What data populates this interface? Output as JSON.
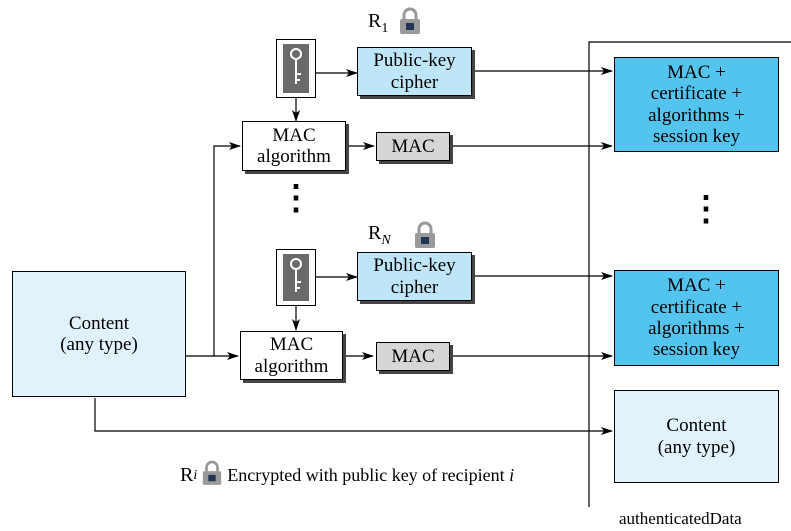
{
  "diagram": {
    "content_left": "Content\n(any type)",
    "public_key_cipher": "Public-key\ncipher",
    "mac_algorithm": "MAC\nalgorithm",
    "mac": "MAC",
    "mac_bundle": "MAC +\ncertificate +\nalgorithms +\nsession key",
    "content_right": "Content\n(any type)",
    "r1_letter": "R",
    "r1_sub": "1",
    "rn_letter": "R",
    "rn_sub": "N",
    "legend_letter": "R",
    "legend_sub": "i",
    "legend_text": "Encrypted with public key of recipient ",
    "legend_var": "i",
    "ellipsis": "⋮",
    "container_label": "authenticatedData"
  },
  "colors": {
    "content_fill": "#e1f2fb",
    "cipher_fill": "#bfe5f8",
    "bundle_fill": "#53c4ee",
    "mac_fill": "#d6d6d6",
    "lock_color": "#9a9a9a"
  },
  "icons": [
    "key-icon",
    "lock-icon"
  ]
}
